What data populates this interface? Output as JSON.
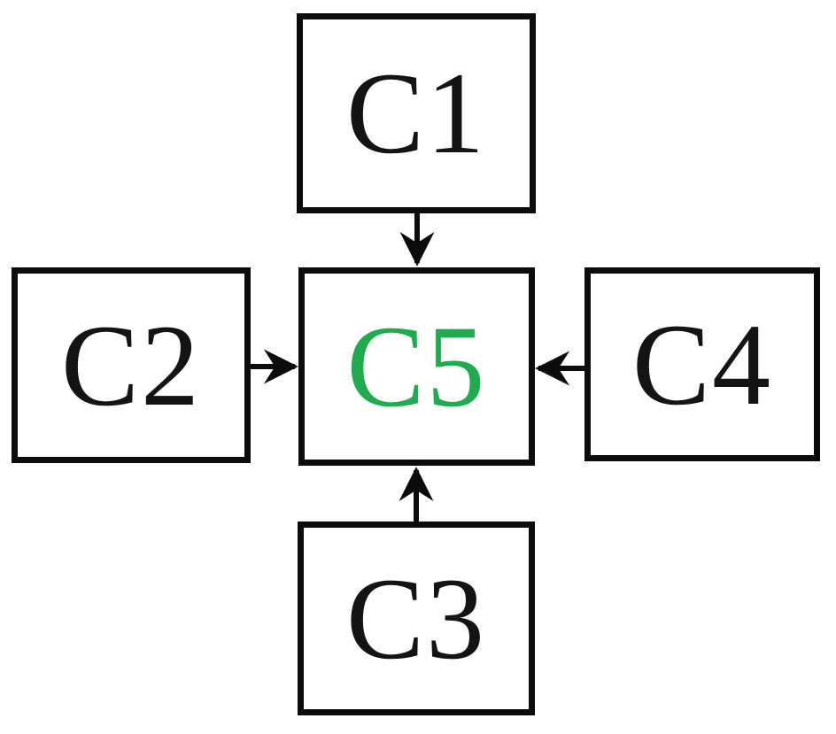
{
  "diagram": {
    "type": "flow-diagram",
    "background_color": "#ffffff",
    "box_border_color": "#0c0c0c",
    "arrow_color": "#0c0c0c",
    "nodes": [
      {
        "id": "c1",
        "label": "C1",
        "position": "top",
        "text_color": "#141414"
      },
      {
        "id": "c2",
        "label": "C2",
        "position": "left",
        "text_color": "#141414"
      },
      {
        "id": "c3",
        "label": "C3",
        "position": "bottom",
        "text_color": "#141414"
      },
      {
        "id": "c4",
        "label": "C4",
        "position": "right",
        "text_color": "#141414"
      },
      {
        "id": "c5",
        "label": "C5",
        "position": "center",
        "text_color": "#1fab4e"
      }
    ],
    "edges": [
      {
        "from": "C1",
        "to": "C5",
        "direction": "down"
      },
      {
        "from": "C2",
        "to": "C5",
        "direction": "right"
      },
      {
        "from": "C3",
        "to": "C5",
        "direction": "up"
      },
      {
        "from": "C4",
        "to": "C5",
        "direction": "left"
      }
    ]
  }
}
